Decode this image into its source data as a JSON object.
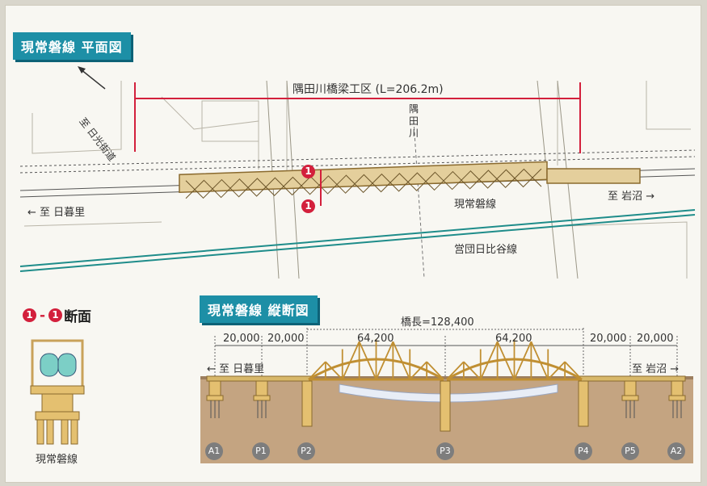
{
  "plan": {
    "title": "現常磐線 平面図",
    "span_label": "隅田川橋梁工区 (L=206.2m)",
    "river_label": "隅\n田\n川",
    "to_nikko": "至 日光街道",
    "to_nippori": "← 至 日暮里",
    "to_iwanuma": "至 岩沼 →",
    "line_label": "現常磐線",
    "subway_label": "営団日比谷線",
    "section_marker": "1"
  },
  "section": {
    "title": "断面",
    "marker": "1",
    "dash": "-",
    "caption": "現常磐線"
  },
  "profile": {
    "title": "現常磐線 縦断図",
    "bridge_length": "橋長=128,400",
    "spans": [
      "20,000",
      "20,000",
      "64,200",
      "64,200",
      "20,000",
      "20,000"
    ],
    "to_nippori": "← 至 日暮里",
    "to_iwanuma": "至 岩沼 →",
    "piers": [
      "A1",
      "P1",
      "P2",
      "P3",
      "P4",
      "P5",
      "A2"
    ]
  },
  "colors": {
    "accent": "#1d8fa6",
    "marker": "#d3203c",
    "truss": "#c9a25a",
    "ground": "#b99a78",
    "water": "#dfe6f2",
    "subway": "#1e8c8a"
  }
}
